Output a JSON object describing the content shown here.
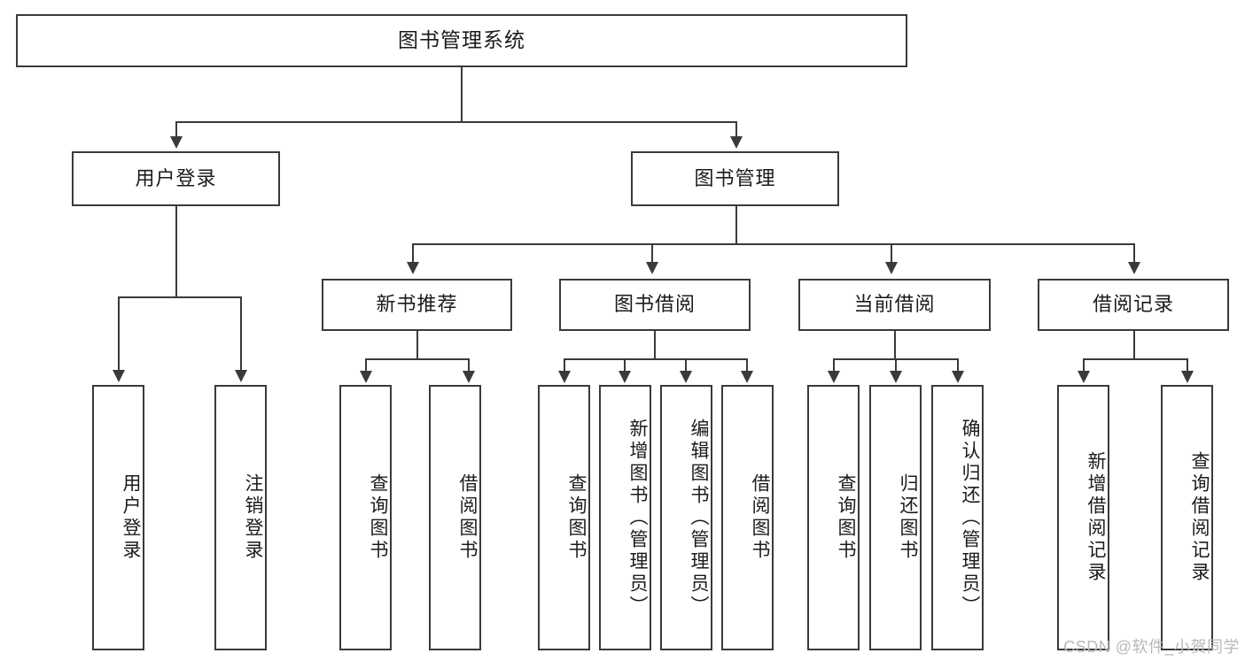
{
  "diagram": {
    "title": "图书管理系统",
    "watermark": "CSDN @软件_小贺同学",
    "levels": {
      "root": {
        "label": "图书管理系统"
      },
      "level2": [
        {
          "label": "用户登录"
        },
        {
          "label": "图书管理"
        }
      ],
      "level3": [
        {
          "label": "新书推荐"
        },
        {
          "label": "图书借阅"
        },
        {
          "label": "当前借阅"
        },
        {
          "label": "借阅记录"
        }
      ],
      "leaves": {
        "user_login": [
          {
            "label": "用户登录"
          },
          {
            "label": "注销登录"
          }
        ],
        "new_book_recommend": [
          {
            "label": "查询图书"
          },
          {
            "label": "借阅图书"
          }
        ],
        "book_borrow": [
          {
            "label": "查询图书"
          },
          {
            "label": "新增图书（管理员）"
          },
          {
            "label": "编辑图书（管理员）"
          },
          {
            "label": "借阅图书"
          }
        ],
        "current_borrow": [
          {
            "label": "查询图书"
          },
          {
            "label": "归还图书"
          },
          {
            "label": "确认归还（管理员）"
          }
        ],
        "borrow_record": [
          {
            "label": "新增借阅记录"
          },
          {
            "label": "查询借阅记录"
          }
        ]
      }
    },
    "colors": {
      "stroke": "#3a3a3a",
      "text": "#1b1b1b",
      "background": "#ffffff",
      "watermark": "#b9b9b9"
    }
  }
}
